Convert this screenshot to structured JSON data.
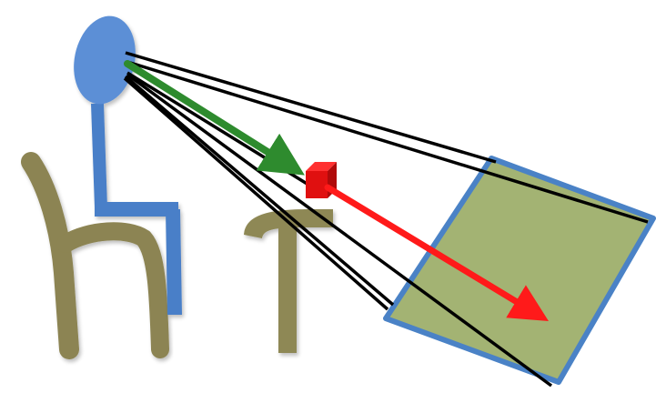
{
  "colors": {
    "background": "#ffffff",
    "person": "#4a7fc8",
    "person_head": "#5b8fd6",
    "furniture": "#8c8452",
    "table": "#8e8855",
    "screen_fill": "#a3b373",
    "screen_border": "#4a82c6",
    "sight_line": "#000000",
    "gaze_arrow": "#2e8b2e",
    "projection_arrow": "#ff1a1a",
    "object_cube": "#e01010"
  },
  "diagram": {
    "elements": [
      {
        "id": "viewer",
        "kind": "person-seated"
      },
      {
        "id": "chair",
        "kind": "chair"
      },
      {
        "id": "table",
        "kind": "table"
      },
      {
        "id": "target-object",
        "kind": "cube"
      },
      {
        "id": "projection-surface",
        "kind": "tilted-rectangle"
      },
      {
        "id": "view-frustum",
        "kind": "line-group",
        "count": 6
      },
      {
        "id": "gaze-direction",
        "kind": "arrow",
        "from": "viewer",
        "to": "target-object"
      },
      {
        "id": "projection-direction",
        "kind": "arrow",
        "from": "target-object",
        "to": "projection-surface"
      }
    ]
  }
}
